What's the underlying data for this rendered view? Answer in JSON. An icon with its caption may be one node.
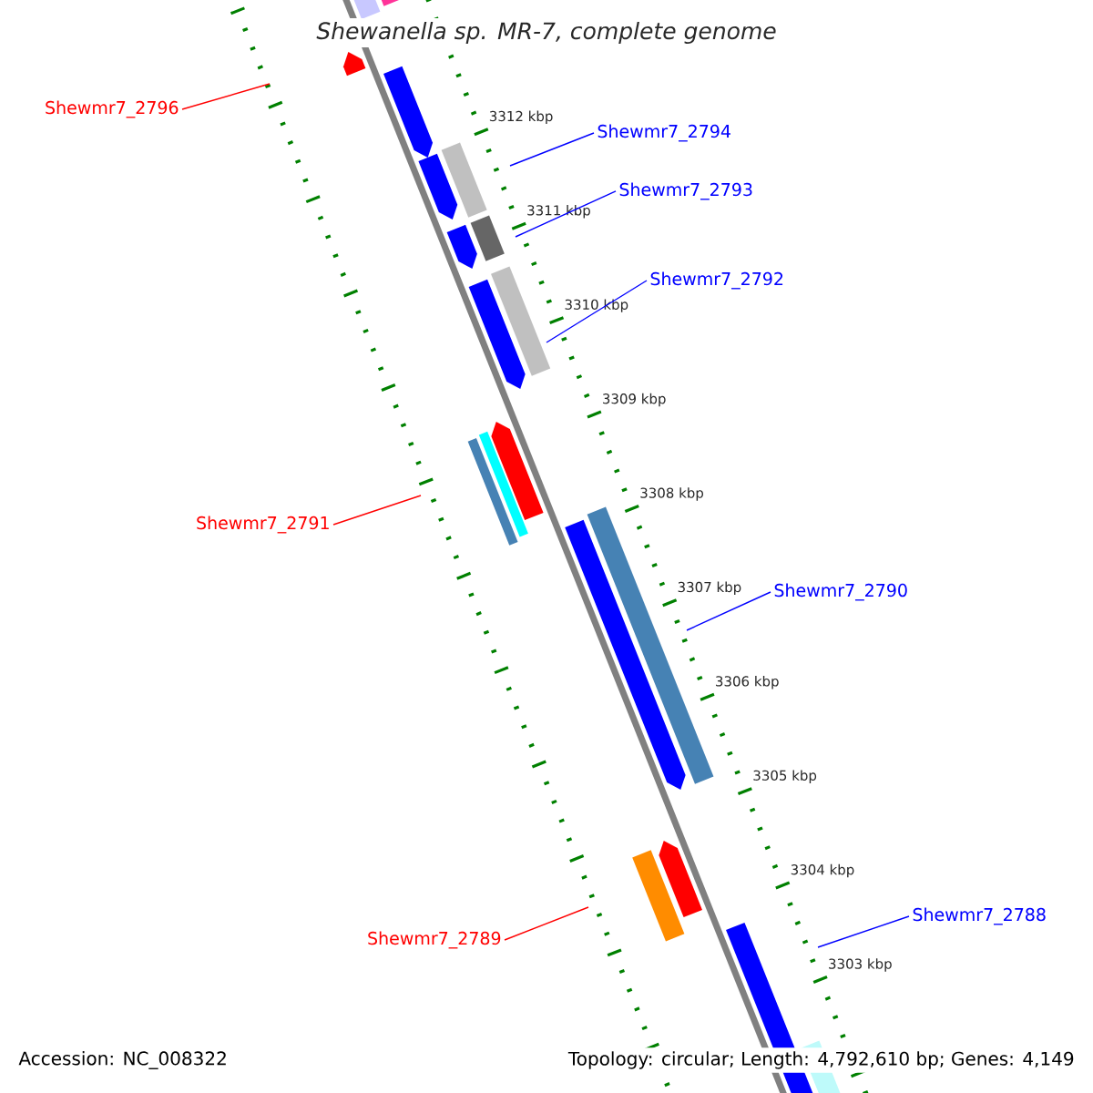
{
  "diagram": {
    "title": "Shewanella sp. MR-7, complete genome",
    "nodes": [
      {
        "text": [
          "Shewmr7_2796"
        ]
      },
      {
        "text": [
          "Shewmr7_2794"
        ]
      },
      {
        "text": [
          "Shewmr7_2793"
        ]
      },
      {
        "text": [
          "Shewmr7_2792"
        ]
      },
      {
        "text": [
          "Shewmr7_2791"
        ]
      },
      {
        "text": [
          "Shewmr7_2790"
        ]
      },
      {
        "text": [
          "Shewmr7_2788"
        ]
      },
      {
        "text": [
          "Shewmr7_2789"
        ]
      }
    ],
    "edges": [
      {
        "from": 0,
        "to": null,
        "arrow": "none",
        "color": "#ff0000"
      },
      {
        "from": 1,
        "to": null,
        "arrow": "none"
      },
      {
        "from": 2,
        "to": null,
        "arrow": "none"
      },
      {
        "from": 3,
        "to": null,
        "arrow": "none"
      },
      {
        "from": 4,
        "to": null,
        "arrow": "none",
        "color": "#ff0000"
      },
      {
        "from": 5,
        "to": null,
        "arrow": "none"
      },
      {
        "from": 6,
        "to": null,
        "arrow": "none"
      },
      {
        "from": 7,
        "to": null,
        "arrow": "none",
        "color": "#ff0000"
      }
    ],
    "labels": [
      "3312 kbp",
      "3311 kbp",
      "3310 kbp",
      "3309 kbp",
      "3308 kbp",
      "3307 kbp",
      "3306 kbp",
      "3305 kbp",
      "3304 kbp",
      "3303 kbp",
      "Accession: NC_008322",
      "Topology: circular; Length: 4,792,610 bp; Genes: 4,149"
    ]
  }
}
